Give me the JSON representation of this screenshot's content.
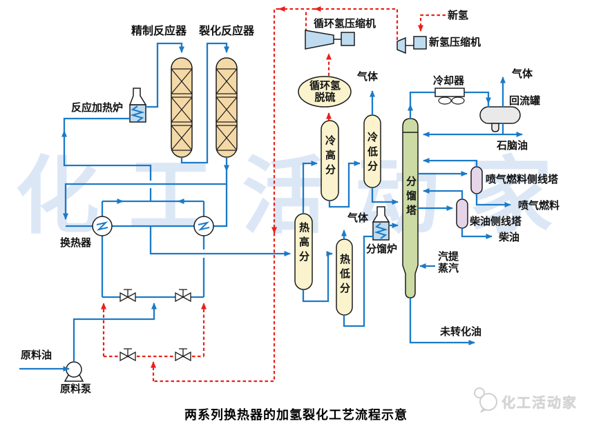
{
  "caption": "两系列换热器的加氢裂化工艺流程示意",
  "watermark": "化工活动家",
  "logo": {
    "text": "化工活动家",
    "icon": "megaphone-bubbles-icon"
  },
  "labels": {
    "refining_reactor": "精制反应器",
    "cracking_reactor": "裂化反应器",
    "reaction_furnace": "反应加热炉",
    "heat_exchanger": "换热器",
    "feed_oil": "原料油",
    "feed_pump": "原料泵",
    "recycle_h2_compressor": "循环氢压缩机",
    "fresh_h2": "新氢",
    "fresh_h2_compressor": "新氢压缩机",
    "recycle_h2_desulf": "循环氢\n脱硫",
    "gas": "气体",
    "cooler": "冷却器",
    "reflux_drum": "回流罐",
    "naphtha": "石脑油",
    "cold_hp_separator": "冷高分",
    "cold_lp_separator": "冷低分",
    "hot_hp_separator": "热高分",
    "hot_lp_separator": "热低分",
    "fractionation_tower": "分馏塔",
    "fractionation_furnace": "分馏炉",
    "jet_fuel_side_stripper": "喷气燃料侧线塔",
    "jet_fuel": "喷气燃料",
    "diesel_side_stripper": "柴油侧线塔",
    "diesel": "柴油",
    "stripping_steam": "汽提\n蒸汽",
    "unconverted_oil": "未转化油"
  },
  "colors": {
    "line_blue": "#1b7ac6",
    "line_red": "#e8211a",
    "reactor": "#f4d9a7",
    "separator": "#faf3cd",
    "tower": "#ccdaa4",
    "stripper": "#e6d5e8",
    "equip": "#bedbf0",
    "drum": "#e9e9e9",
    "outline": "#1b1b1b"
  }
}
